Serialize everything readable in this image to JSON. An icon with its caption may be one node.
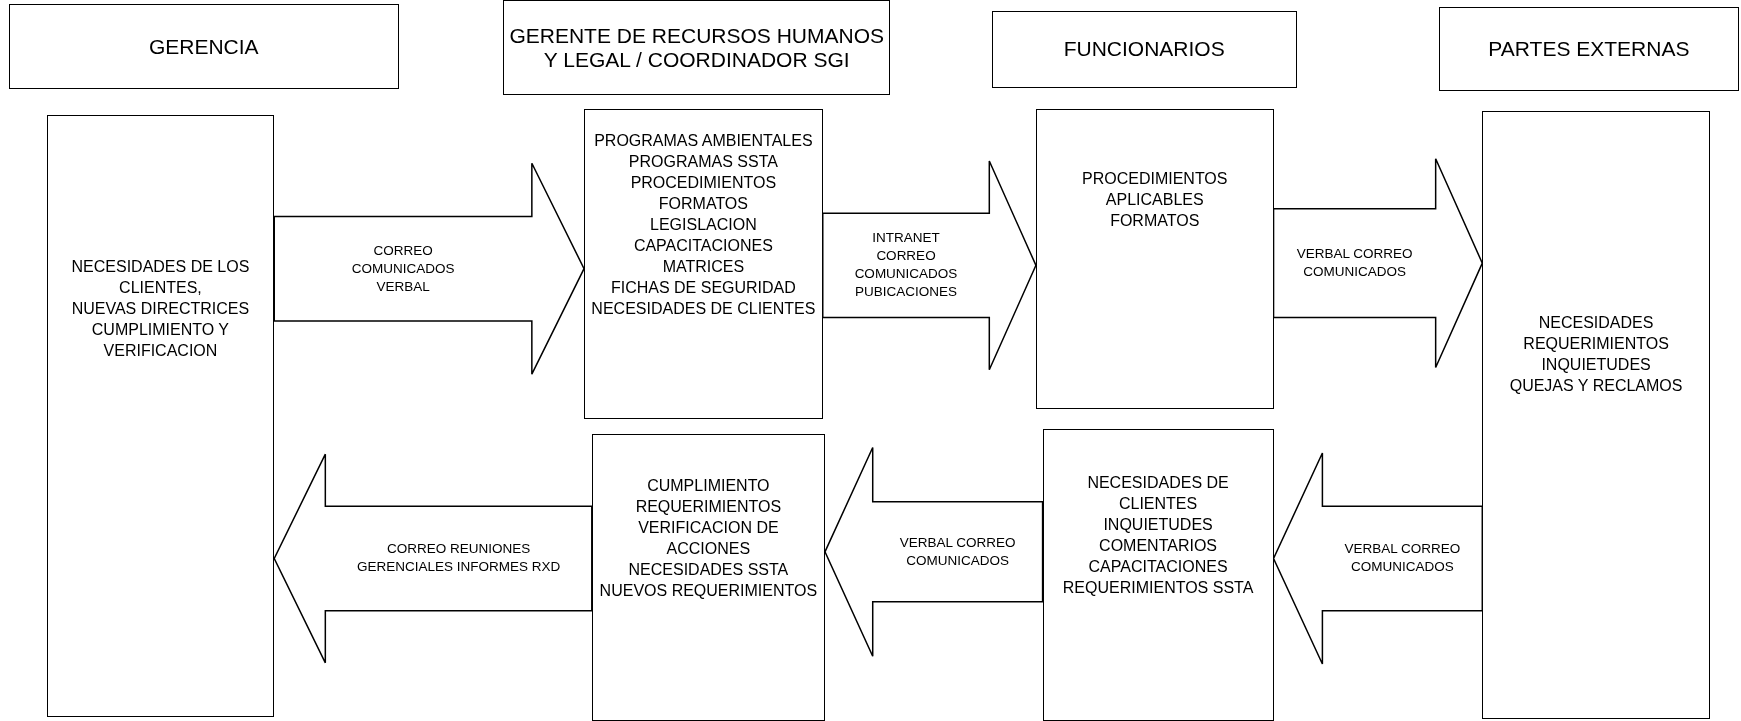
{
  "diagram": {
    "nodes": [
      {
        "text": [
          "GERENCIA"
        ]
      },
      {
        "text": [
          "GERENTE DE RECURSOS HUMANOS Y LEGAL / COORDINADOR SGI"
        ]
      },
      {
        "text": [
          "FUNCIONARIOS"
        ]
      },
      {
        "text": [
          "PARTES EXTERNAS"
        ]
      },
      {
        "text": [
          "NECESIDADES DE LOS CLIENTES,",
          "NUEVAS DIRECTRICES",
          "CUMPLIMIENTO Y VERIFICACION"
        ]
      },
      {
        "text": [
          "PROGRAMAS AMBIENTALES",
          "PROGRAMAS SSTA",
          "PROCEDIMIENTOS",
          "FORMATOS",
          "LEGISLACION",
          "CAPACITACIONES",
          "MATRICES",
          "FICHAS DE SEGURIDAD",
          "NECESIDADES DE CLIENTES"
        ]
      },
      {
        "text": [
          "PROCEDIMIENTOS",
          "APLICABLES",
          "FORMATOS"
        ]
      },
      {
        "text": [
          "NECESIDADES",
          "REQUERIMIENTOS",
          "INQUIETUDES",
          "QUEJAS Y RECLAMOS"
        ]
      },
      {
        "text": [
          "CUMPLIMIENTO",
          "REQUERIMIENTOS",
          "VERIFICACION DE ACCIONES",
          "NECESIDADES SSTA",
          "NUEVOS REQUERIMIENTOS"
        ]
      },
      {
        "text": [
          "NECESIDADES DE CLIENTES",
          "INQUIETUDES",
          "COMENTARIOS",
          "CAPACITACIONES",
          "REQUERIMIENTOS SSTA"
        ]
      }
    ],
    "edges": [
      {
        "from": 4,
        "to": 5,
        "arrow": "to",
        "label": "CORREO COMUNICADOS VERBAL"
      },
      {
        "from": 5,
        "to": 6,
        "arrow": "to",
        "label": "INTRANET CORREO COMUNICADOS PUBICACIONES"
      },
      {
        "from": 6,
        "to": 7,
        "arrow": "to",
        "label": "VERBAL CORREO COMUNICADOS"
      },
      {
        "from": 7,
        "to": 9,
        "arrow": "to",
        "label": "VERBAL CORREO COMUNICADOS"
      },
      {
        "from": 9,
        "to": 8,
        "arrow": "to",
        "label": "VERBAL CORREO COMUNICADOS"
      },
      {
        "from": 8,
        "to": 4,
        "arrow": "to",
        "label": "CORREO REUNIONES GERENCIALES INFORMES RXD"
      }
    ]
  }
}
